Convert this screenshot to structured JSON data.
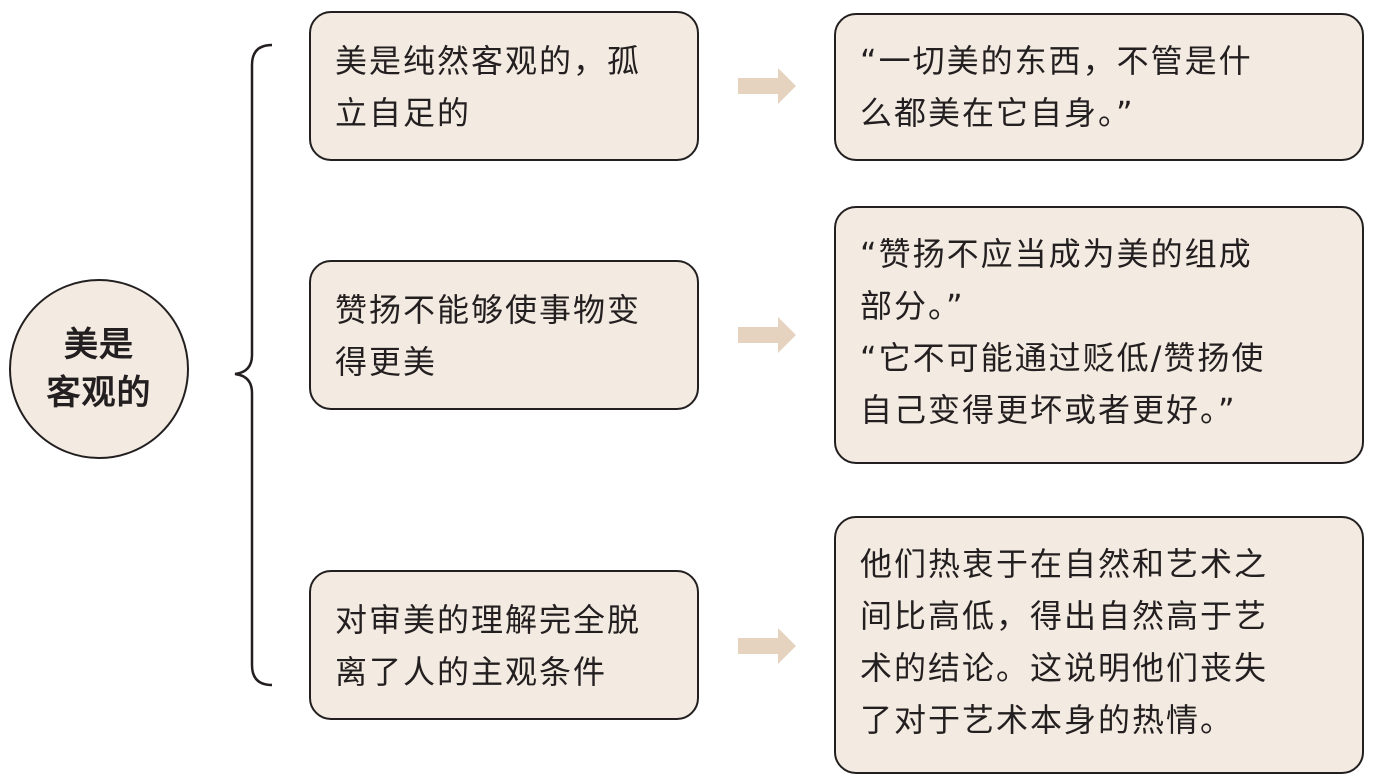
{
  "root": {
    "lines": [
      "美是",
      "客观的"
    ]
  },
  "branches": [
    {
      "premise_lines": [
        "美是纯然客观的，孤",
        "立自足的"
      ],
      "evidence_lines": [
        "“一切美的东西，不管是什",
        "么都美在它自身。”"
      ]
    },
    {
      "premise_lines": [
        "赞扬不能够使事物变",
        "得更美"
      ],
      "evidence_lines": [
        "“赞扬不应当成为美的组成",
        "部分。”",
        "“它不可能通过贬低/赞扬使",
        "自己变得更坏或者更好。”"
      ]
    },
    {
      "premise_lines": [
        "对审美的理解完全脱",
        "离了人的主观条件"
      ],
      "evidence_lines": [
        "他们热衷于在自然和艺术之",
        "间比高低，得出自然高于艺",
        "术的结论。这说明他们丧失",
        "了对于艺术本身的热情。"
      ]
    }
  ],
  "icons": {
    "brace": "left-curly-brace",
    "arrow": "right-arrow-icon"
  },
  "colors": {
    "box_fill": "#f3ebe1",
    "outline": "#231f20",
    "arrow": "#e6d3bf",
    "text": "#231f20"
  }
}
